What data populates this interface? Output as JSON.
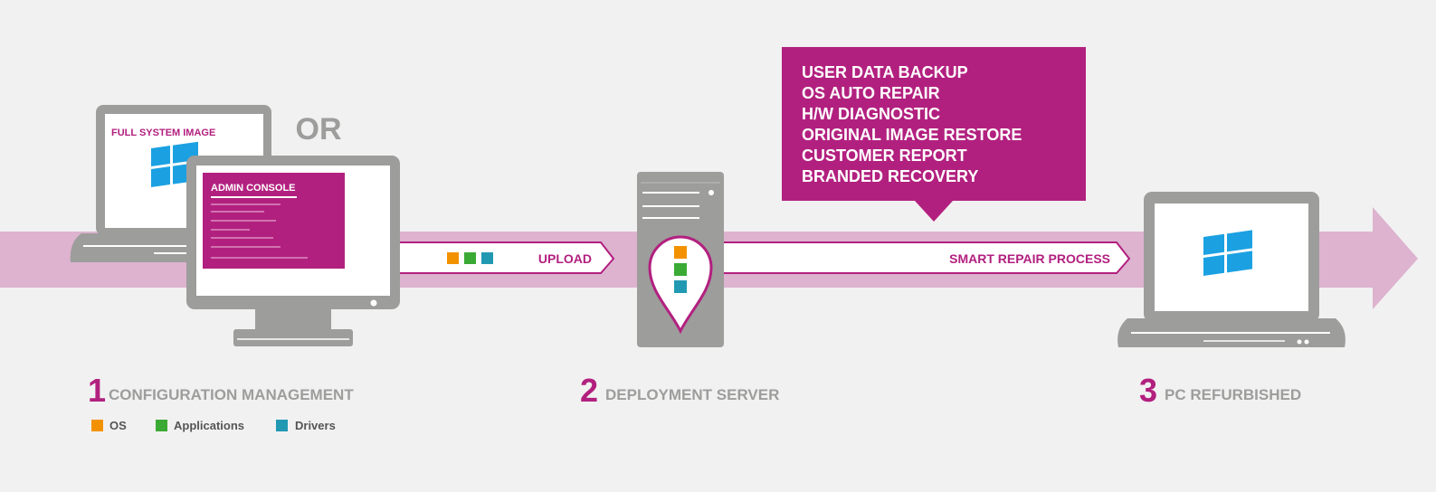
{
  "colors": {
    "magenta": "#b2207f",
    "band": "#ddb3cf",
    "device_gray": "#9d9d9c",
    "screen_white": "#ffffff",
    "background": "#f1f1f1",
    "label_gray": "#9d9d9c",
    "legend_text": "#555555",
    "os": "#f39200",
    "applications": "#3aaa35",
    "drivers": "#2199b3",
    "windows_blue": "#1ba1e2"
  },
  "laptop_screen_title": "FULL SYSTEM IMAGE",
  "or_label": "OR",
  "admin_console_title": "ADMIN CONSOLE",
  "upload_label": "UPLOAD",
  "smart_repair_label": "SMART REPAIR PROCESS",
  "services": [
    "USER DATA BACKUP",
    "OS AUTO REPAIR",
    "H/W DIAGNOSTIC",
    "ORIGINAL IMAGE RESTORE",
    "CUSTOMER REPORT",
    "BRANDED RECOVERY"
  ],
  "steps": [
    {
      "number": "1",
      "label": "CONFIGURATION MANAGEMENT"
    },
    {
      "number": "2",
      "label": "DEPLOYMENT SERVER"
    },
    {
      "number": "3",
      "label": "PC REFURBISHED"
    }
  ],
  "legend": [
    {
      "label": "OS",
      "color": "#f39200"
    },
    {
      "label": "Applications",
      "color": "#3aaa35"
    },
    {
      "label": "Drivers",
      "color": "#2199b3"
    }
  ],
  "icons": {
    "windows_logo": "windows-logo-icon",
    "package_squares": "package-squares-icon",
    "map_pin": "map-pin-icon"
  }
}
